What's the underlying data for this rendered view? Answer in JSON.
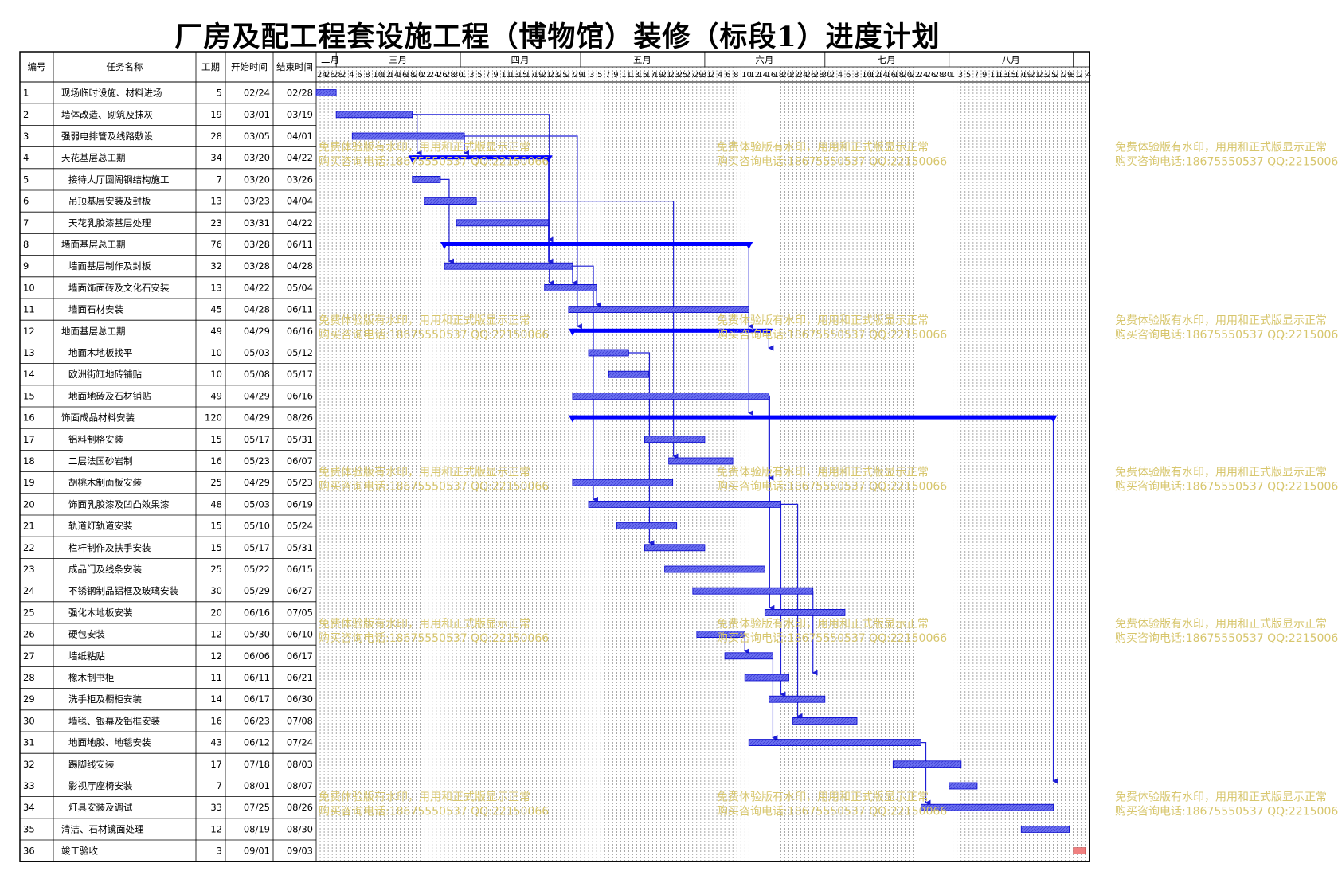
{
  "title": "厂房及配工程套设施工程（博物馆）装修（标段1）进度计划",
  "columns": {
    "id": "编号",
    "name": "任务名称",
    "duration": "工期",
    "start": "开始时间",
    "end": "结束时间"
  },
  "months": [
    "二月",
    "三月",
    "四月",
    "五月",
    "六月",
    "七月",
    "八月"
  ],
  "tasks": [
    {
      "id": "1",
      "name": "现场临时设施、材料进场",
      "duration": "5",
      "start": "02/24",
      "end": "02/28",
      "level": 0,
      "summary": false
    },
    {
      "id": "2",
      "name": "墙体改造、砌筑及抹灰",
      "duration": "19",
      "start": "03/01",
      "end": "03/19",
      "level": 0,
      "summary": false
    },
    {
      "id": "3",
      "name": "强弱电排管及线路敷设",
      "duration": "28",
      "start": "03/05",
      "end": "04/01",
      "level": 0,
      "summary": false
    },
    {
      "id": "4",
      "name": "天花基层总工期",
      "duration": "34",
      "start": "03/20",
      "end": "04/22",
      "level": 0,
      "summary": true
    },
    {
      "id": "5",
      "name": "接待大厅圆阁钢结构施工",
      "duration": "7",
      "start": "03/20",
      "end": "03/26",
      "level": 1,
      "summary": false
    },
    {
      "id": "6",
      "name": "吊顶基层安装及封板",
      "duration": "13",
      "start": "03/23",
      "end": "04/04",
      "level": 1,
      "summary": false
    },
    {
      "id": "7",
      "name": "天花乳胶漆基层处理",
      "duration": "23",
      "start": "03/31",
      "end": "04/22",
      "level": 1,
      "summary": false
    },
    {
      "id": "8",
      "name": "墙面基层总工期",
      "duration": "76",
      "start": "03/28",
      "end": "06/11",
      "level": 0,
      "summary": true
    },
    {
      "id": "9",
      "name": "墙面基层制作及封板",
      "duration": "32",
      "start": "03/28",
      "end": "04/28",
      "level": 1,
      "summary": false
    },
    {
      "id": "10",
      "name": "墙面饰面砖及文化石安装",
      "duration": "13",
      "start": "04/22",
      "end": "05/04",
      "level": 1,
      "summary": false
    },
    {
      "id": "11",
      "name": "墙面石材安装",
      "duration": "45",
      "start": "04/28",
      "end": "06/11",
      "level": 1,
      "summary": false
    },
    {
      "id": "12",
      "name": "地面基层总工期",
      "duration": "49",
      "start": "04/29",
      "end": "06/16",
      "level": 0,
      "summary": true
    },
    {
      "id": "13",
      "name": "地面木地板找平",
      "duration": "10",
      "start": "05/03",
      "end": "05/12",
      "level": 1,
      "summary": false
    },
    {
      "id": "14",
      "name": "欧洲街缸地砖铺贴",
      "duration": "10",
      "start": "05/08",
      "end": "05/17",
      "level": 1,
      "summary": false
    },
    {
      "id": "15",
      "name": "地面地砖及石材铺贴",
      "duration": "49",
      "start": "04/29",
      "end": "06/16",
      "level": 1,
      "summary": false
    },
    {
      "id": "16",
      "name": "饰面成品材料安装",
      "duration": "120",
      "start": "04/29",
      "end": "08/26",
      "level": 0,
      "summary": true
    },
    {
      "id": "17",
      "name": "铝料制格安装",
      "duration": "15",
      "start": "05/17",
      "end": "05/31",
      "level": 1,
      "summary": false
    },
    {
      "id": "18",
      "name": "二层法国砂岩制",
      "duration": "16",
      "start": "05/23",
      "end": "06/07",
      "level": 1,
      "summary": false
    },
    {
      "id": "19",
      "name": "胡桃木制面板安装",
      "duration": "25",
      "start": "04/29",
      "end": "05/23",
      "level": 1,
      "summary": false
    },
    {
      "id": "20",
      "name": "饰面乳胶漆及凹凸效果漆",
      "duration": "48",
      "start": "05/03",
      "end": "06/19",
      "level": 1,
      "summary": false
    },
    {
      "id": "21",
      "name": "轨道灯轨道安装",
      "duration": "15",
      "start": "05/10",
      "end": "05/24",
      "level": 1,
      "summary": false
    },
    {
      "id": "22",
      "name": "栏杆制作及扶手安装",
      "duration": "15",
      "start": "05/17",
      "end": "05/31",
      "level": 1,
      "summary": false
    },
    {
      "id": "23",
      "name": "成品门及线条安装",
      "duration": "25",
      "start": "05/22",
      "end": "06/15",
      "level": 1,
      "summary": false
    },
    {
      "id": "24",
      "name": "不锈钢制品铝框及玻璃安装",
      "duration": "30",
      "start": "05/29",
      "end": "06/27",
      "level": 1,
      "summary": false
    },
    {
      "id": "25",
      "name": "强化木地板安装",
      "duration": "20",
      "start": "06/16",
      "end": "07/05",
      "level": 1,
      "summary": false
    },
    {
      "id": "26",
      "name": "硬包安装",
      "duration": "12",
      "start": "05/30",
      "end": "06/10",
      "level": 1,
      "summary": false
    },
    {
      "id": "27",
      "name": "墙纸粘贴",
      "duration": "12",
      "start": "06/06",
      "end": "06/17",
      "level": 1,
      "summary": false
    },
    {
      "id": "28",
      "name": "橡木制书柜",
      "duration": "11",
      "start": "06/11",
      "end": "06/21",
      "level": 1,
      "summary": false
    },
    {
      "id": "29",
      "name": "洗手柜及橱柜安装",
      "duration": "14",
      "start": "06/17",
      "end": "06/30",
      "level": 1,
      "summary": false
    },
    {
      "id": "30",
      "name": "墙毯、银幕及铝框安装",
      "duration": "16",
      "start": "06/23",
      "end": "07/08",
      "level": 1,
      "summary": false
    },
    {
      "id": "31",
      "name": "地面地胶、地毯安装",
      "duration": "43",
      "start": "06/12",
      "end": "07/24",
      "level": 1,
      "summary": false
    },
    {
      "id": "32",
      "name": "踢脚线安装",
      "duration": "17",
      "start": "07/18",
      "end": "08/03",
      "level": 1,
      "summary": false
    },
    {
      "id": "33",
      "name": "影视厅座椅安装",
      "duration": "7",
      "start": "08/01",
      "end": "08/07",
      "level": 1,
      "summary": false
    },
    {
      "id": "34",
      "name": "灯具安装及调试",
      "duration": "33",
      "start": "07/25",
      "end": "08/26",
      "level": 1,
      "summary": false
    },
    {
      "id": "35",
      "name": "清洁、石材镜面处理",
      "duration": "12",
      "start": "08/19",
      "end": "08/30",
      "level": 0,
      "summary": false
    },
    {
      "id": "36",
      "name": "竣工验收",
      "duration": "3",
      "start": "09/01",
      "end": "09/03",
      "level": 0,
      "summary": false,
      "milestone": true
    }
  ],
  "links": [
    [
      2,
      4
    ],
    [
      2,
      10
    ],
    [
      3,
      12
    ],
    [
      3,
      4
    ],
    [
      4,
      8
    ],
    [
      5,
      9
    ],
    [
      6,
      18
    ],
    [
      7,
      9
    ],
    [
      8,
      12
    ],
    [
      9,
      10
    ],
    [
      9,
      20
    ],
    [
      10,
      11
    ],
    [
      11,
      16
    ],
    [
      12,
      13
    ],
    [
      13,
      22
    ],
    [
      15,
      19
    ],
    [
      15,
      25
    ],
    [
      16,
      33
    ],
    [
      20,
      29
    ],
    [
      20,
      30
    ],
    [
      24,
      28
    ],
    [
      26,
      27
    ],
    [
      27,
      31
    ],
    [
      31,
      34
    ]
  ],
  "watermark": {
    "line1": "免费体验版有水印，用用和正式版显示正常",
    "line2": "购买咨询电话:18675550537 QQ:22150066"
  },
  "chart_data": {
    "type": "gantt",
    "title": "厂房及配工程套设施工程（博物馆）装修（标段1）进度计划",
    "x_range": [
      "02/24",
      "09/03"
    ],
    "time_unit": "day",
    "series": [
      {
        "values": "see tasks"
      }
    ]
  },
  "colors": {
    "bar_fill": "#6a6ff0",
    "bar_stroke": "#0000cc",
    "summary": "#0000ff",
    "link": "#1f1fd6",
    "milestone": "#f08080",
    "milestone_text": "#e00000",
    "grid": "#000000",
    "watermark": "#d7c66d"
  }
}
